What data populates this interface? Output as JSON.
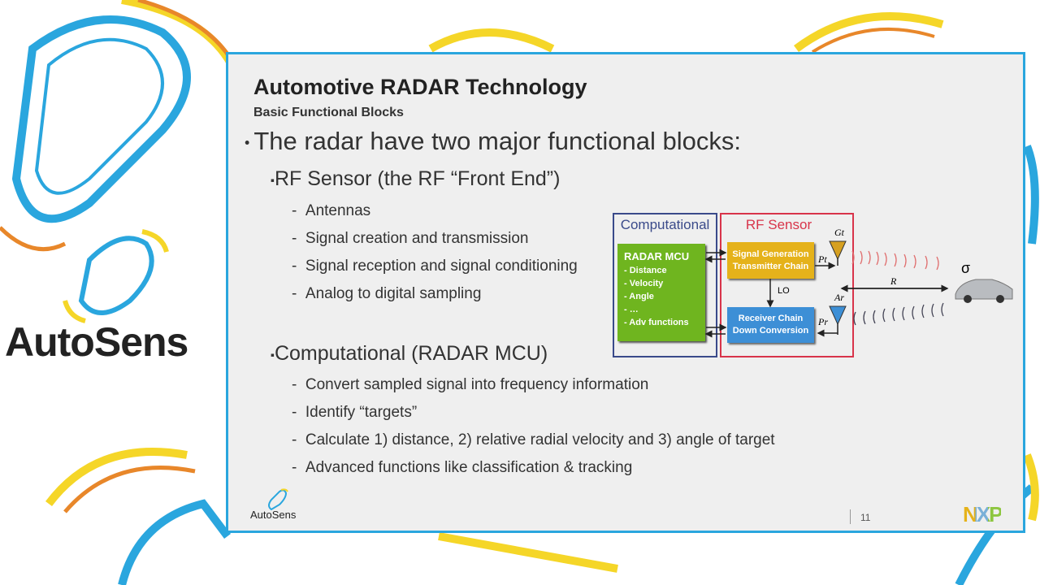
{
  "brand": {
    "name": "AutoSens"
  },
  "slide": {
    "title": "Automotive RADAR Technology",
    "subtitle": "Basic Functional Blocks",
    "bullet": "The radar have two major functional blocks:",
    "sections": [
      {
        "heading": "RF Sensor (the RF “Front End”)",
        "items": [
          "Antennas",
          "Signal creation and transmission",
          "Signal reception and signal conditioning",
          "Analog to digital sampling"
        ]
      },
      {
        "heading": "Computational (RADAR MCU)",
        "items": [
          "Convert sampled signal into frequency information",
          "Identify “targets”",
          "Calculate 1) distance, 2) relative radial velocity and 3) angle of target",
          "Advanced functions like classification & tracking"
        ]
      }
    ],
    "diagram": {
      "computational_label": "Computational",
      "rf_label": "RF Sensor",
      "mcu_title": "RADAR MCU",
      "mcu_items": [
        "- Distance",
        "- Velocity",
        "- Angle",
        "- …",
        "- Adv functions"
      ],
      "tx_block": "Signal Generation Transmitter Chain",
      "rx_block": "Receiver Chain Down Conversion",
      "lo": "LO",
      "gt": "Gt",
      "ar": "Ar",
      "pt": "Pt",
      "pr": "Pr",
      "range": "R",
      "sigma": "σ"
    },
    "footer": {
      "logo": "AutoSens",
      "page": "11",
      "company": "NXP"
    }
  },
  "colors": {
    "border": "#2aa6de",
    "mcu": "#6fb51f",
    "tx": "#e5b21a",
    "rx": "#3d8fd6",
    "comp": "#3a4a8a",
    "rf": "#d8344a"
  }
}
